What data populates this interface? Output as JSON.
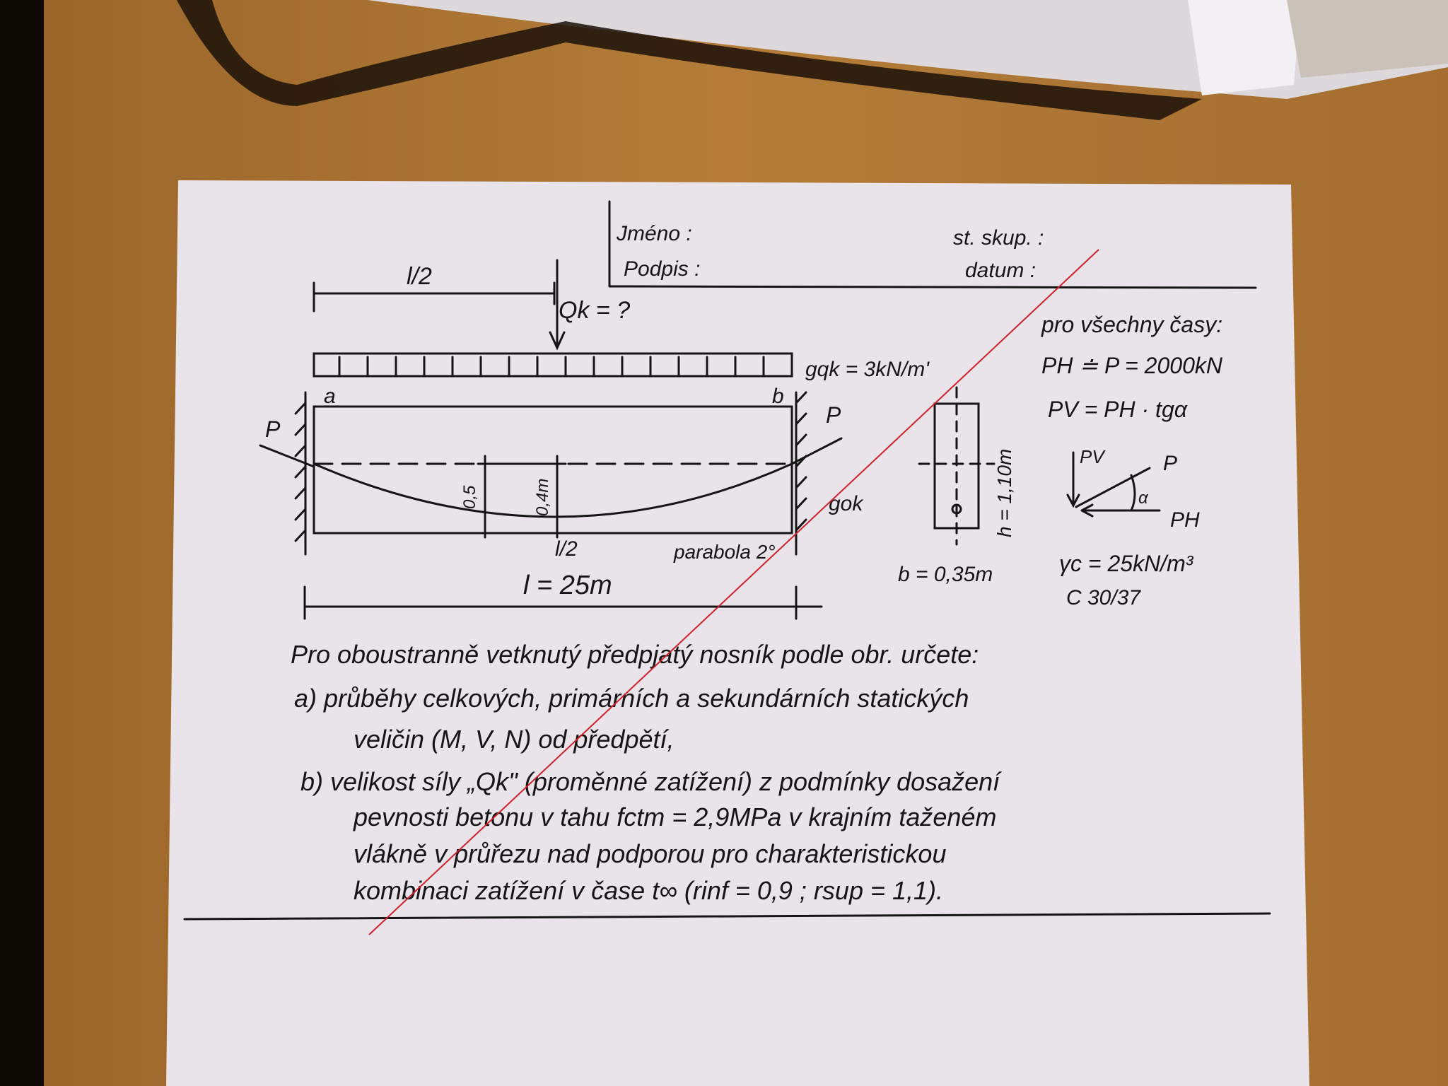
{
  "header": {
    "name_label": "Jméno :",
    "signature_label": "Podpis :",
    "group_label": "st. skup. :",
    "date_label": "datum :"
  },
  "diagram": {
    "half_span": "l/2",
    "point_load": "Qk = ?",
    "distributed_load": "gqk = 3kN/m'",
    "support_a": "a",
    "support_b": "b",
    "prestress_left": "P",
    "prestress_right": "P",
    "eccentricity_support": "0,5",
    "eccentricity_mid": "0,4m",
    "mid_label": "l/2",
    "parabola_label": "parabola 2°",
    "self_weight": "gok",
    "span": "l = 25m",
    "section_height": "h = 1,10m",
    "section_width": "b = 0,35m"
  },
  "given": {
    "heading": "pro všechny časy:",
    "ph": "PH ≐ P = 2000kN",
    "pv": "PV = PH · tgα",
    "force_pv": "PV",
    "force_p": "P",
    "force_ph": "PH",
    "angle": "α",
    "density": "γc = 25kN/m³",
    "concrete": "C 30/37"
  },
  "task": {
    "lines": [
      "Pro oboustranně vetknutý předpjatý nosník podle obr. určete:",
      "a) průběhy celkových, primárních a sekundárních statických",
      "veličin (M, V, N) od předpětí,",
      "b) velikost síly „Qk\" (proměnné zatížení) z podmínky dosažení",
      "pevnosti betonu v tahu fctm = 2,9MPa v krajním taženém",
      "vlákně v průřezu nad podporou pro charakteristickou",
      "kombinaci zatížení v čase t∞ (rinf = 0,9 ; rsup = 1,1)."
    ]
  },
  "colors": {
    "wood": "#a8732f",
    "paper": "#e9e4ea",
    "ink": "#151515",
    "red_line": "#d0202a"
  }
}
